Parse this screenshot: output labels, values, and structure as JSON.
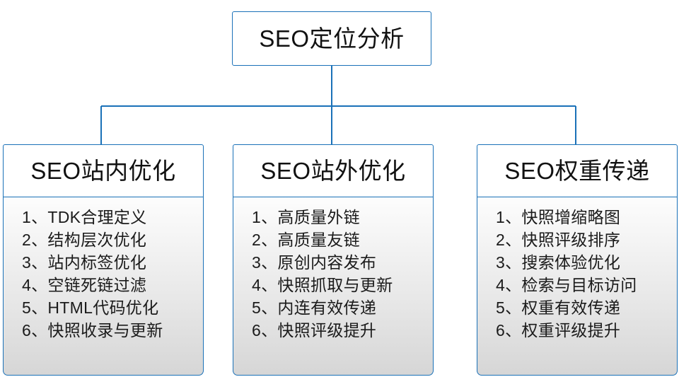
{
  "diagram": {
    "type": "organization-tree",
    "accent_color": "#1a71b8",
    "root": {
      "label": "SEO定位分析"
    },
    "branches": [
      {
        "header": "SEO站内优化",
        "items": [
          "1、TDK合理定义",
          "2、结构层次优化",
          "3、站内标签优化",
          "4、空链死链过滤",
          "5、HTML代码优化",
          "6、快照收录与更新"
        ]
      },
      {
        "header": "SEO站外优化",
        "items": [
          "1、高质量外链",
          "2、高质量友链",
          "3、原创内容发布",
          "4、快照抓取与更新",
          "5、内连有效传递",
          "6、快照评级提升"
        ]
      },
      {
        "header": "SEO权重传递",
        "items": [
          "1、快照增缩略图",
          "2、快照评级排序",
          "3、搜索体验优化",
          "4、检索与目标访问",
          "5、权重有效传递",
          "6、权重评级提升"
        ]
      }
    ]
  }
}
